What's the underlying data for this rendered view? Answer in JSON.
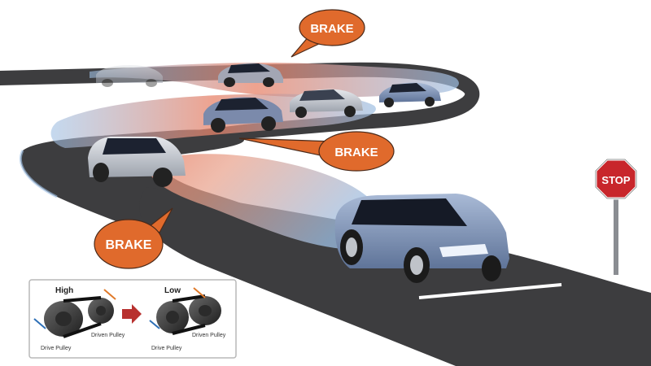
{
  "callouts": {
    "top": "BRAKE",
    "middle": "BRAKE",
    "lower": "BRAKE"
  },
  "stop_sign": {
    "text": "STOP",
    "color": "#c8262b"
  },
  "inset": {
    "high_label": "High",
    "low_label": "Low",
    "left_driven_pulley": "Driven Pulley",
    "left_drive_pulley": "Drive Pulley",
    "right_driven_pulley": "Driven Pulley",
    "right_drive_pulley": "Drive Pulley"
  },
  "colors": {
    "callout": "#e06a2c",
    "road": "#3d3d3f",
    "car_body": "#7f95b8",
    "trail_blue": "#8fb0d8",
    "trail_red": "#e8846a",
    "arrow": "#b8312f"
  }
}
